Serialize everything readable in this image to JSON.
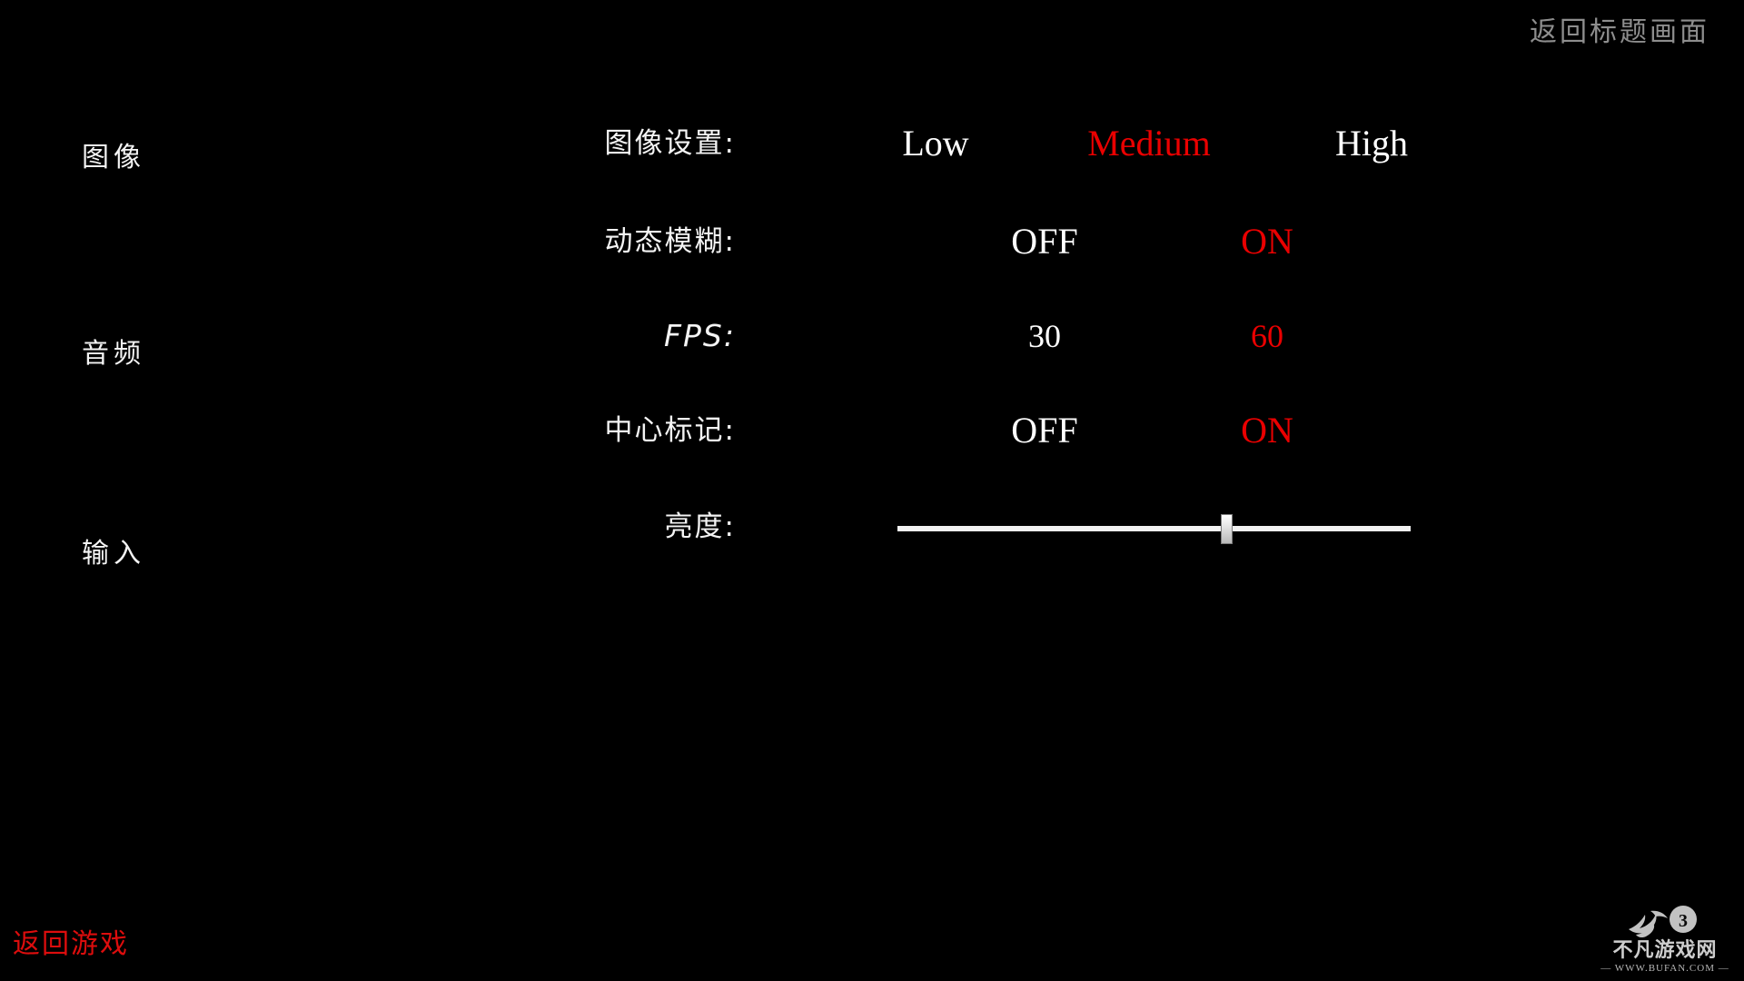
{
  "theme": {
    "background": "#000000",
    "text": "#ffffff",
    "selected": "#ea0000",
    "muted": "#8e8e8e",
    "resume": "#dd0d0d"
  },
  "header": {
    "back_to_title": "返回标题画面"
  },
  "sidebar": {
    "items": [
      {
        "label": "图像"
      },
      {
        "label": "音频"
      },
      {
        "label": "输入"
      }
    ]
  },
  "settings": {
    "rows": [
      {
        "label": "图像设置:",
        "options": [
          {
            "label": "Low",
            "selected": false
          },
          {
            "label": "Medium",
            "selected": true
          },
          {
            "label": "High",
            "selected": false
          }
        ]
      },
      {
        "label": "动态模糊:",
        "options": [
          {
            "label": "OFF",
            "selected": false
          },
          {
            "label": "ON",
            "selected": true
          }
        ]
      },
      {
        "label": "FPS:",
        "options": [
          {
            "label": "30",
            "selected": false
          },
          {
            "label": "60",
            "selected": true
          }
        ]
      },
      {
        "label": "中心标记:",
        "options": [
          {
            "label": "OFF",
            "selected": false
          },
          {
            "label": "ON",
            "selected": true
          }
        ]
      },
      {
        "label": "亮度:",
        "slider": {
          "value_percent": 64
        }
      }
    ]
  },
  "footer": {
    "resume_game": "返回游戏"
  },
  "watermark": {
    "logo_badge": "3",
    "site_name": "不凡游戏网",
    "site_url": "— WWW.BUFAN.COM —"
  }
}
